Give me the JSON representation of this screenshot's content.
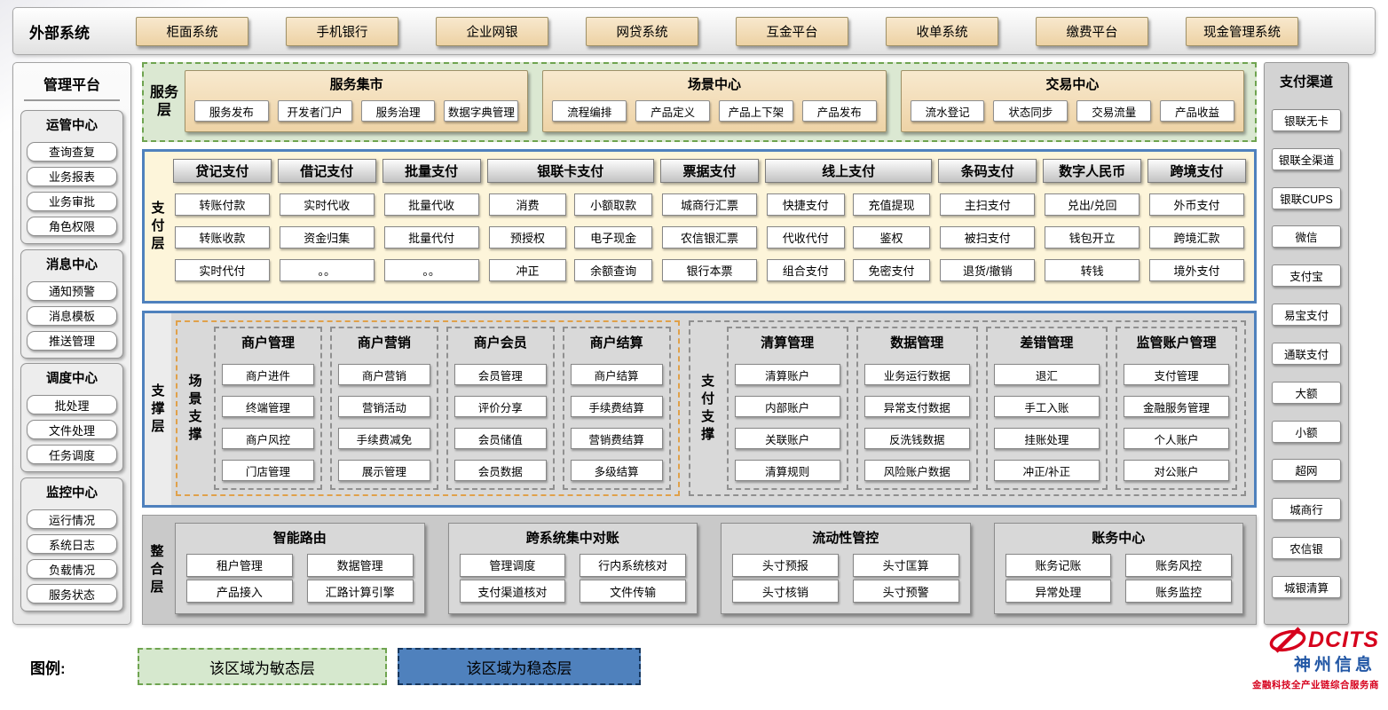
{
  "external": {
    "label": "外部系统",
    "items": [
      "柜面系统",
      "手机银行",
      "企业网银",
      "网贷系统",
      "互金平台",
      "收单系统",
      "缴费平台",
      "现金管理系统"
    ]
  },
  "management": {
    "title": "管理平台",
    "groups": [
      {
        "title": "运管中心",
        "items": [
          "查询查复",
          "业务报表",
          "业务审批",
          "角色权限"
        ]
      },
      {
        "title": "消息中心",
        "items": [
          "通知预警",
          "消息模板",
          "推送管理"
        ]
      },
      {
        "title": "调度中心",
        "items": [
          "批处理",
          "文件处理",
          "任务调度"
        ]
      },
      {
        "title": "监控中心",
        "items": [
          "运行情况",
          "系统日志",
          "负载情况",
          "服务状态"
        ]
      }
    ]
  },
  "service_layer": {
    "label": "服务层",
    "groups": [
      {
        "title": "服务集市",
        "items": [
          "服务发布",
          "开发者门户",
          "服务治理",
          "数据字典管理"
        ]
      },
      {
        "title": "场景中心",
        "items": [
          "流程编排",
          "产品定义",
          "产品上下架",
          "产品发布"
        ]
      },
      {
        "title": "交易中心",
        "items": [
          "流水登记",
          "状态同步",
          "交易流量",
          "产品收益"
        ]
      }
    ]
  },
  "payment_layer": {
    "label": "支付层",
    "columns": [
      {
        "title": "贷记支付",
        "wide": false,
        "items": [
          "转账付款",
          "转账收款",
          "实时代付"
        ]
      },
      {
        "title": "借记支付",
        "wide": false,
        "items": [
          "实时代收",
          "资金归集",
          "。。"
        ]
      },
      {
        "title": "批量支付",
        "wide": false,
        "items": [
          "批量代收",
          "批量代付",
          "。。"
        ]
      },
      {
        "title": "银联卡支付",
        "wide": true,
        "items": [
          "消费",
          "小额取款",
          "预授权",
          "电子现金",
          "冲正",
          "余额查询"
        ]
      },
      {
        "title": "票据支付",
        "wide": false,
        "items": [
          "城商行汇票",
          "农信银汇票",
          "银行本票"
        ]
      },
      {
        "title": "线上支付",
        "wide": true,
        "items": [
          "快捷支付",
          "充值提现",
          "代收代付",
          "鉴权",
          "组合支付",
          "免密支付"
        ]
      },
      {
        "title": "条码支付",
        "wide": false,
        "items": [
          "主扫支付",
          "被扫支付",
          "退货/撤销"
        ]
      },
      {
        "title": "数字人民币",
        "wide": false,
        "items": [
          "兑出/兑回",
          "钱包开立",
          "转钱"
        ]
      },
      {
        "title": "跨境支付",
        "wide": false,
        "items": [
          "外币支付",
          "跨境汇款",
          "境外支付"
        ]
      }
    ]
  },
  "support_layer": {
    "label": "支撑层",
    "sections": [
      {
        "label": "场景支撑",
        "style": "orange",
        "columns": [
          {
            "title": "商户管理",
            "items": [
              "商户进件",
              "终端管理",
              "商户风控",
              "门店管理"
            ]
          },
          {
            "title": "商户营销",
            "items": [
              "商户营销",
              "营销活动",
              "手续费减免",
              "展示管理"
            ]
          },
          {
            "title": "商户会员",
            "items": [
              "会员管理",
              "评价分享",
              "会员储值",
              "会员数据"
            ]
          },
          {
            "title": "商户结算",
            "items": [
              "商户结算",
              "手续费结算",
              "营销费结算",
              "多级结算"
            ]
          }
        ]
      },
      {
        "label": "支付支撑",
        "style": "gray",
        "columns": [
          {
            "title": "清算管理",
            "items": [
              "清算账户",
              "内部账户",
              "关联账户",
              "清算规则"
            ]
          },
          {
            "title": "数据管理",
            "items": [
              "业务运行数据",
              "异常支付数据",
              "反洗钱数据",
              "风险账户数据"
            ]
          },
          {
            "title": "差错管理",
            "items": [
              "退汇",
              "手工入账",
              "挂账处理",
              "冲正/补正"
            ]
          },
          {
            "title": "监管账户管理",
            "items": [
              "支付管理",
              "金融服务管理",
              "个人账户",
              "对公账户"
            ]
          }
        ]
      }
    ]
  },
  "integration_layer": {
    "label": "整合层",
    "groups": [
      {
        "title": "智能路由",
        "items": [
          "租户管理",
          "数据管理",
          "产品接入",
          "汇路计算引擎"
        ]
      },
      {
        "title": "跨系统集中对账",
        "items": [
          "管理调度",
          "行内系统核对",
          "支付渠道核对",
          "文件传输"
        ]
      },
      {
        "title": "流动性管控",
        "items": [
          "头寸预报",
          "头寸匡算",
          "头寸核销",
          "头寸预警"
        ]
      },
      {
        "title": "账务中心",
        "items": [
          "账务记账",
          "账务风控",
          "异常处理",
          "账务监控"
        ]
      }
    ]
  },
  "channels": {
    "title": "支付渠道",
    "items": [
      "银联无卡",
      "银联全渠道",
      "银联CUPS",
      "微信",
      "支付宝",
      "易宝支付",
      "通联支付",
      "大额",
      "小额",
      "超网",
      "城商行",
      "农信银",
      "城银清算"
    ]
  },
  "legend": {
    "label": "图例:",
    "agile": "该区域为敏态层",
    "stable": "该区域为稳态层"
  },
  "logo": {
    "brand": "DCITS",
    "name": "神州信息",
    "tagline": "金融科技全产业链综合服务商"
  }
}
